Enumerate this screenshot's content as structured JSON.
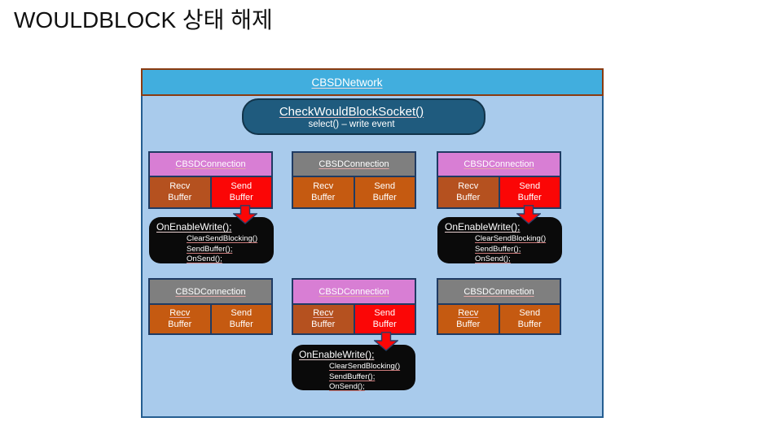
{
  "slide": {
    "title": "WOULDBLOCK 상태 해제"
  },
  "network": {
    "title": "CBSDNetwork"
  },
  "check_socket": {
    "title": "CheckWouldBlockSocket()",
    "subtitle": "select() – write event"
  },
  "connections": [
    {
      "title": "CBSDConnection",
      "recv_line1": "Recv",
      "recv_line2": "Buffer",
      "send_line1": "Send",
      "send_line2": "Buffer",
      "header_style": "pink",
      "send_highlighted": true
    },
    {
      "title": "CBSDConnection",
      "recv_line1": "Recv",
      "recv_line2": "Buffer",
      "send_line1": "Send",
      "send_line2": "Buffer",
      "header_style": "gray",
      "send_highlighted": false
    },
    {
      "title": "CBSDConnection",
      "recv_line1": "Recv",
      "recv_line2": "Buffer",
      "send_line1": "Send",
      "send_line2": "Buffer",
      "header_style": "pink",
      "send_highlighted": true
    },
    {
      "title": "CBSDConnection",
      "recv_line1": "Recv",
      "recv_line2": "Buffer",
      "send_line1": "Send",
      "send_line2": "Buffer",
      "header_style": "gray",
      "send_highlighted": false
    },
    {
      "title": "CBSDConnection",
      "recv_line1": "Recv",
      "recv_line2": "Buffer",
      "send_line1": "Send",
      "send_line2": "Buffer",
      "header_style": "pink",
      "send_highlighted": true
    },
    {
      "title": "CBSDConnection",
      "recv_line1": "Recv",
      "recv_line2": "Buffer",
      "send_line1": "Send",
      "send_line2": "Buffer",
      "header_style": "gray",
      "send_highlighted": false
    }
  ],
  "callback": {
    "line1": "OnEnableWrite();",
    "line2": "ClearSendBlocking()",
    "line3": "SendBuffer();",
    "line4": "OnSend();"
  },
  "palette": {
    "panel_body": "#A9CBEC",
    "panel_border": "#255E91",
    "network_header_bg": "#41AEDE",
    "network_header_border": "#8A3B10",
    "check_box_bg": "#1F5B7E",
    "connection_header_pink": "#D87ED4",
    "connection_header_gray": "#7F7F7F",
    "buffer_orange": "#C55A11",
    "buffer_brown": "#B5511F",
    "buffer_red_highlight": "#FB0606",
    "callback_black": "#0A0A0A",
    "arrow_red": "#FB0606"
  }
}
